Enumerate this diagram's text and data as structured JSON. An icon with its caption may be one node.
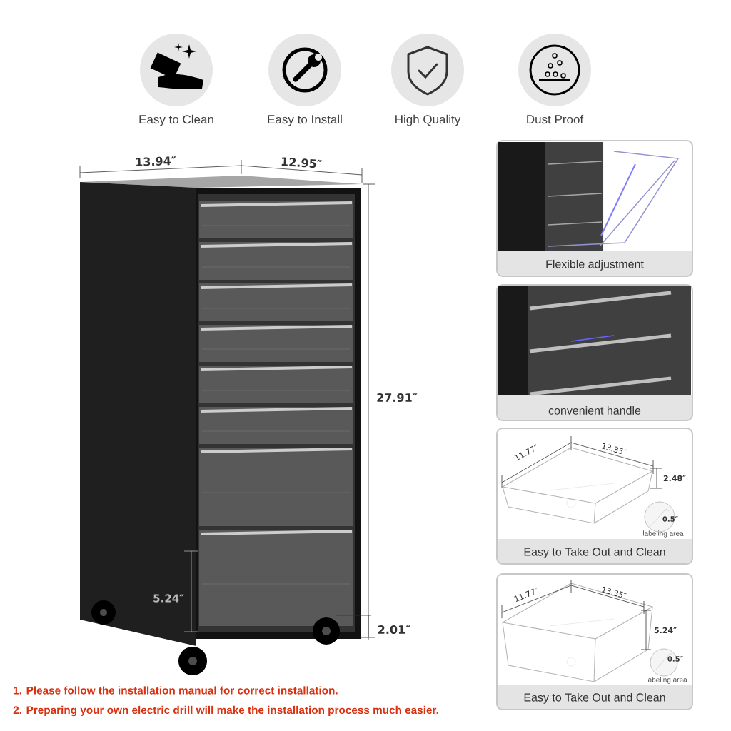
{
  "diagram": {
    "nodes": [
      {
        "text": [
          "Easy to Clean"
        ]
      },
      {
        "text": [
          "Easy to Install"
        ]
      },
      {
        "text": [
          "High Quality"
        ]
      },
      {
        "text": [
          "Dust Proof"
        ]
      },
      {
        "text": [
          "Flexible adjustment"
        ]
      },
      {
        "text": [
          "convenient handle"
        ]
      },
      {
        "text": [
          "Easy to Take Out and Clean"
        ]
      },
      {
        "text": [
          "Easy to Take Out and Clean"
        ]
      }
    ],
    "labels": [
      "13.94″",
      "12.95″",
      "27.91″",
      "5.24″",
      "2.01″",
      "11.77″",
      "13.35″",
      "2.48″",
      "0.5″",
      "labeling area",
      "11.77″",
      "13.35″",
      "5.24″",
      "0.5″",
      "labeling area",
      "1. Please follow the installation manual for correct installation.",
      "2. Preparing your own electric drill will make the installation process much easier."
    ]
  }
}
